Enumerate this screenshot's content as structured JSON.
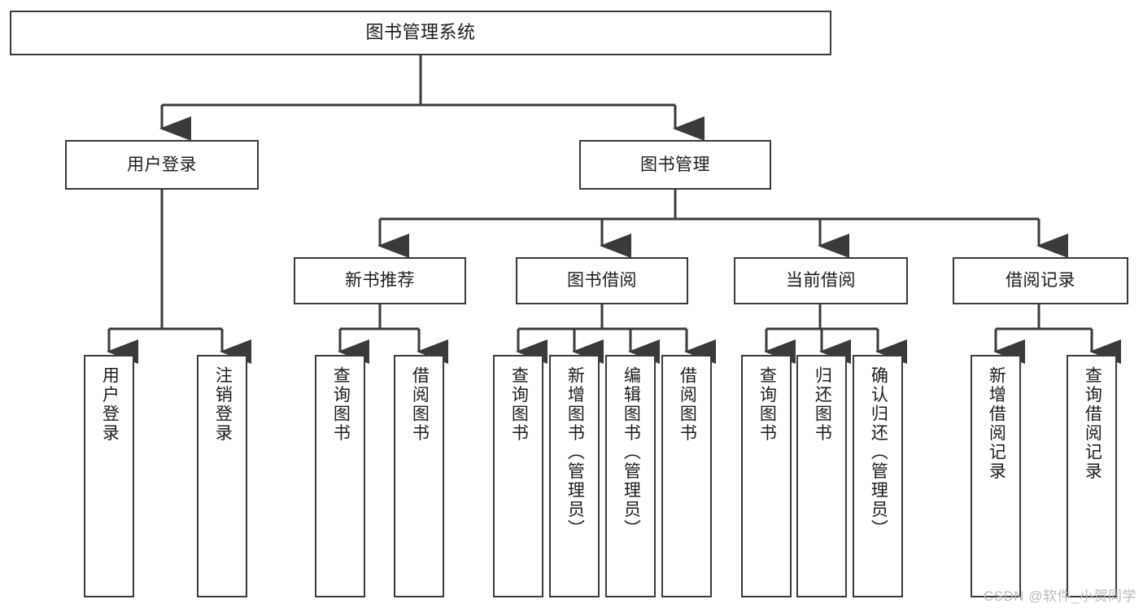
{
  "diagram": {
    "title": "图书管理系统",
    "type": "hierarchy-tree",
    "watermark": "CSDN @软件_小贺同学",
    "colors": {
      "stroke": "#3a3a3a",
      "fill": "#ffffff",
      "text": "#1b1b1b",
      "watermark": "#b9b9b9"
    },
    "nodes": {
      "root": {
        "label": "图书管理系统"
      },
      "level2": [
        {
          "id": "user-login",
          "label": "用户登录"
        },
        {
          "id": "book-manage",
          "label": "图书管理"
        }
      ],
      "level3": [
        {
          "id": "new-book-recommend",
          "label": "新书推荐"
        },
        {
          "id": "book-borrow",
          "label": "图书借阅"
        },
        {
          "id": "current-borrow",
          "label": "当前借阅"
        },
        {
          "id": "borrow-record",
          "label": "借阅记录"
        }
      ],
      "leaves": {
        "user_login": [
          {
            "id": "leaf-user-login",
            "label": "用户登录"
          },
          {
            "id": "leaf-logout-login",
            "label": "注销登录"
          }
        ],
        "new_book_recommend": [
          {
            "id": "leaf-query-book-1",
            "label": "查询图书"
          },
          {
            "id": "leaf-borrow-book-1",
            "label": "借阅图书"
          }
        ],
        "book_borrow": [
          {
            "id": "leaf-query-book-2",
            "label": "查询图书"
          },
          {
            "id": "leaf-add-book-admin",
            "label": "新增图书（管理员）"
          },
          {
            "id": "leaf-edit-book-admin",
            "label": "编辑图书（管理员）"
          },
          {
            "id": "leaf-borrow-book-2",
            "label": "借阅图书"
          }
        ],
        "current_borrow": [
          {
            "id": "leaf-query-book-3",
            "label": "查询图书"
          },
          {
            "id": "leaf-return-book",
            "label": "归还图书"
          },
          {
            "id": "leaf-confirm-return-admin",
            "label": "确认归还（管理员）"
          }
        ],
        "borrow_record": [
          {
            "id": "leaf-add-borrow-record",
            "label": "新增借阅记录"
          },
          {
            "id": "leaf-query-borrow-record",
            "label": "查询借阅记录"
          }
        ]
      }
    }
  }
}
